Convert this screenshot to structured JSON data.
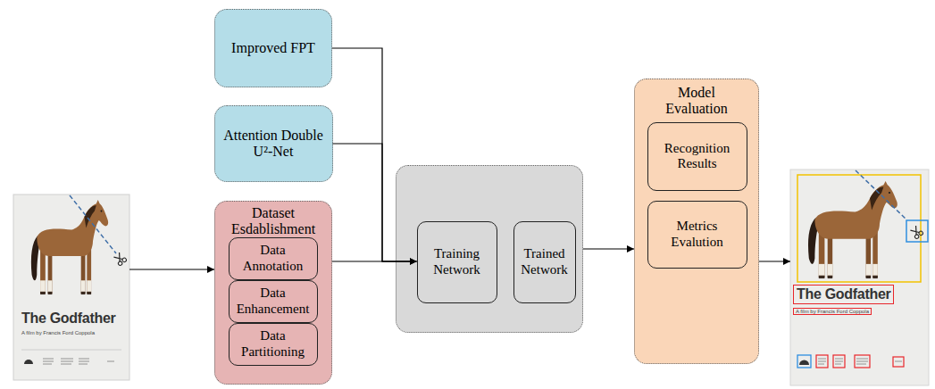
{
  "diagram": {
    "nodes": [
      {
        "text": [
          "The Godfather",
          "A film by Francis Ford Coppola"
        ]
      },
      {
        "text": [
          "Improved FPT"
        ]
      },
      {
        "text": [
          "Attention Double U²-Net"
        ]
      },
      {
        "text": [
          "Dataset Esdablishment"
        ]
      },
      {
        "text": [
          "Data Annotation"
        ],
        "in": 3
      },
      {
        "text": [
          "Data Enhancement"
        ],
        "in": 3
      },
      {
        "text": [
          "Data Partitioning"
        ],
        "in": 3
      },
      {
        "text": []
      },
      {
        "text": [
          "Training Network"
        ],
        "in": 7
      },
      {
        "text": [
          "Trained Network"
        ],
        "in": 7
      },
      {
        "text": [
          "Model Evaluation"
        ]
      },
      {
        "text": [
          "Recognition Results"
        ],
        "in": 10
      },
      {
        "text": [
          "Metrics Evalution"
        ],
        "in": 10
      },
      {
        "text": [
          "The Godfather",
          "A film by Francis Ford Coppola"
        ]
      }
    ],
    "edges": [
      {
        "from": 0,
        "to": 3,
        "arrow": "to"
      },
      {
        "from": 1,
        "to": 8,
        "arrow": "to"
      },
      {
        "from": 2,
        "to": 8,
        "arrow": "to"
      },
      {
        "from": 3,
        "to": 8,
        "arrow": "to"
      },
      {
        "from": 7,
        "to": 10,
        "arrow": "to"
      },
      {
        "from": 10,
        "to": 13,
        "arrow": "to"
      }
    ]
  }
}
